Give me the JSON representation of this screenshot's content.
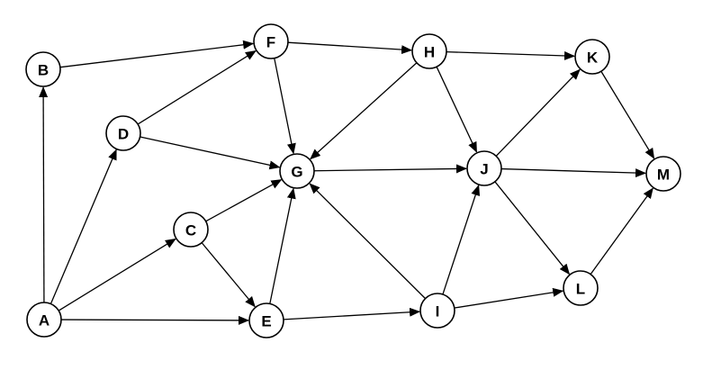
{
  "graph": {
    "nodes": [
      {
        "id": "A",
        "label": "A"
      },
      {
        "id": "B",
        "label": "B"
      },
      {
        "id": "C",
        "label": "C"
      },
      {
        "id": "D",
        "label": "D"
      },
      {
        "id": "E",
        "label": "E"
      },
      {
        "id": "F",
        "label": "F"
      },
      {
        "id": "G",
        "label": "G"
      },
      {
        "id": "H",
        "label": "H"
      },
      {
        "id": "I",
        "label": "I"
      },
      {
        "id": "J",
        "label": "J"
      },
      {
        "id": "K",
        "label": "K"
      },
      {
        "id": "L",
        "label": "L"
      },
      {
        "id": "M",
        "label": "M"
      }
    ],
    "edges": [
      {
        "from": "A",
        "to": "B"
      },
      {
        "from": "A",
        "to": "D"
      },
      {
        "from": "A",
        "to": "C"
      },
      {
        "from": "A",
        "to": "E"
      },
      {
        "from": "B",
        "to": "F"
      },
      {
        "from": "D",
        "to": "F"
      },
      {
        "from": "D",
        "to": "G"
      },
      {
        "from": "F",
        "to": "G"
      },
      {
        "from": "F",
        "to": "H"
      },
      {
        "from": "C",
        "to": "G"
      },
      {
        "from": "C",
        "to": "E"
      },
      {
        "from": "E",
        "to": "G"
      },
      {
        "from": "E",
        "to": "I"
      },
      {
        "from": "H",
        "to": "G"
      },
      {
        "from": "H",
        "to": "K"
      },
      {
        "from": "H",
        "to": "J"
      },
      {
        "from": "G",
        "to": "J"
      },
      {
        "from": "I",
        "to": "G"
      },
      {
        "from": "I",
        "to": "J"
      },
      {
        "from": "I",
        "to": "L"
      },
      {
        "from": "J",
        "to": "K"
      },
      {
        "from": "J",
        "to": "M"
      },
      {
        "from": "J",
        "to": "L"
      },
      {
        "from": "K",
        "to": "M"
      },
      {
        "from": "L",
        "to": "M"
      }
    ]
  },
  "colors": {
    "stroke": "#000000",
    "node_fill": "#ffffff",
    "background": "#ffffff"
  }
}
